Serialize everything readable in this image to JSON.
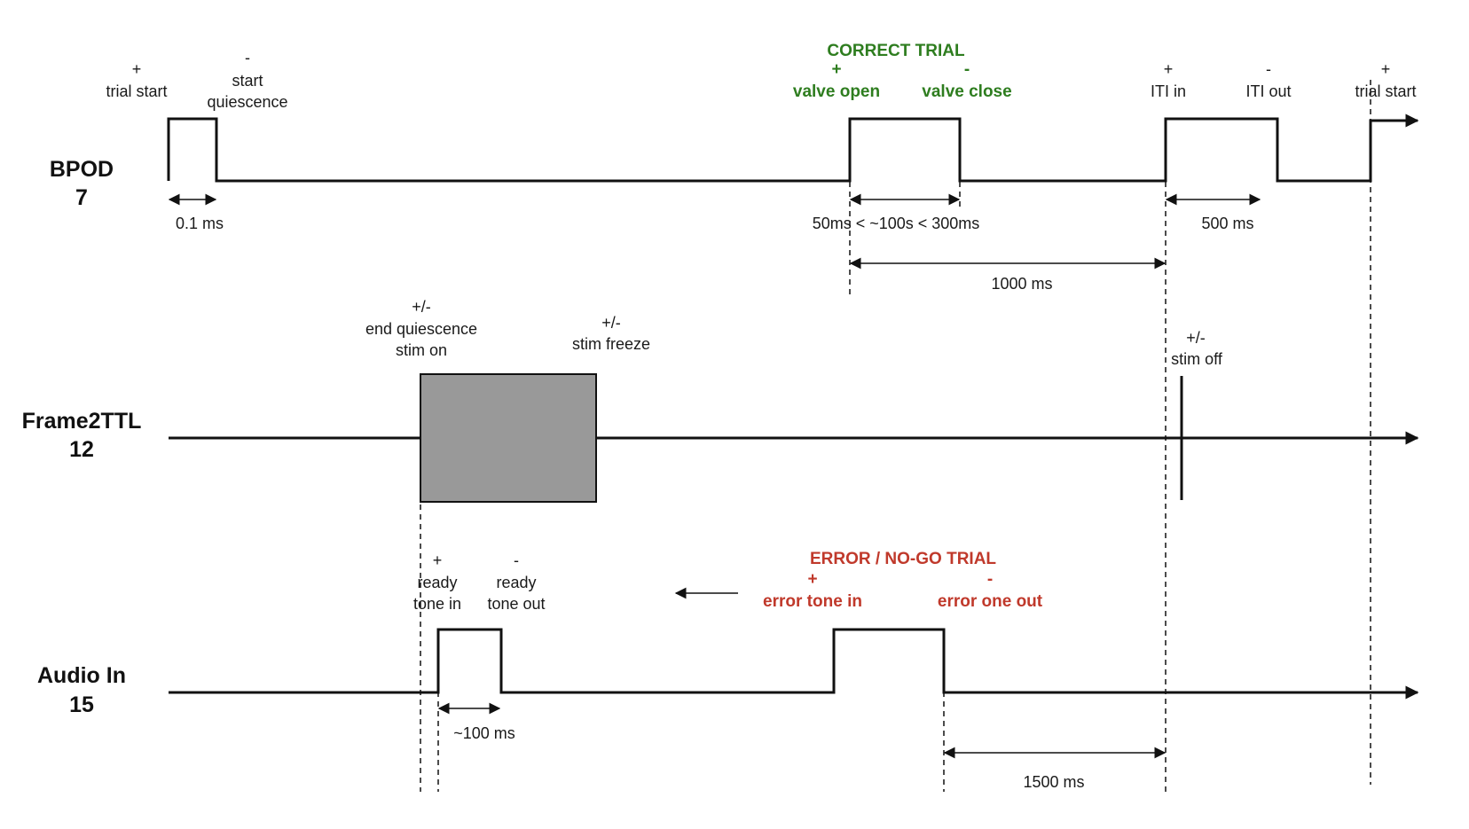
{
  "channels": {
    "bpod": {
      "name": "BPOD",
      "number": "7"
    },
    "frame": {
      "name": "Frame2TTL",
      "number": "12"
    },
    "audio": {
      "name": "Audio In",
      "number": "15"
    }
  },
  "colors": {
    "correct": "#2e7d1f",
    "error": "#c0392b",
    "trace": "#111111",
    "stim_box": "#999999"
  },
  "bpod_events": {
    "trial_start_sign": "+",
    "trial_start": "trial start",
    "start_quiescence_sign": "-",
    "start_quiescence_1": "start",
    "start_quiescence_2": "quiescence",
    "correct_title": "CORRECT TRIAL",
    "valve_open_sign": "+",
    "valve_open": "valve open",
    "valve_close_sign": "-",
    "valve_close": "valve close",
    "iti_in_sign": "+",
    "iti_in": "ITI in",
    "iti_out_sign": "-",
    "iti_out": "ITI out",
    "trial_start2_sign": "+",
    "trial_start2": "trial start"
  },
  "bpod_durations": {
    "trial_start_pulse": "0.1 ms",
    "valve_pulse": "50ms < ~100s < 300ms",
    "valve_to_iti": "1000 ms",
    "iti_pulse": "500 ms"
  },
  "frame_events": {
    "end_quiescence_sign": "+/-",
    "end_quiescence": "end quiescence",
    "stim_on": "stim on",
    "stim_freeze_sign": "+/-",
    "stim_freeze": "stim freeze",
    "stim_off_sign": "+/-",
    "stim_off": "stim off"
  },
  "audio_events": {
    "ready_tone_in_sign": "+",
    "ready_tone_in_1": "ready",
    "ready_tone_in_2": "tone in",
    "ready_tone_out_sign": "-",
    "ready_tone_out_1": "ready",
    "ready_tone_out_2": "tone out",
    "error_title": "ERROR / NO-GO TRIAL",
    "error_tone_in_sign": "+",
    "error_tone_in": "error tone in",
    "error_tone_out_sign": "-",
    "error_tone_out": "error one out"
  },
  "audio_durations": {
    "ready_tone": "~100 ms",
    "error_to_iti": "1500 ms"
  }
}
